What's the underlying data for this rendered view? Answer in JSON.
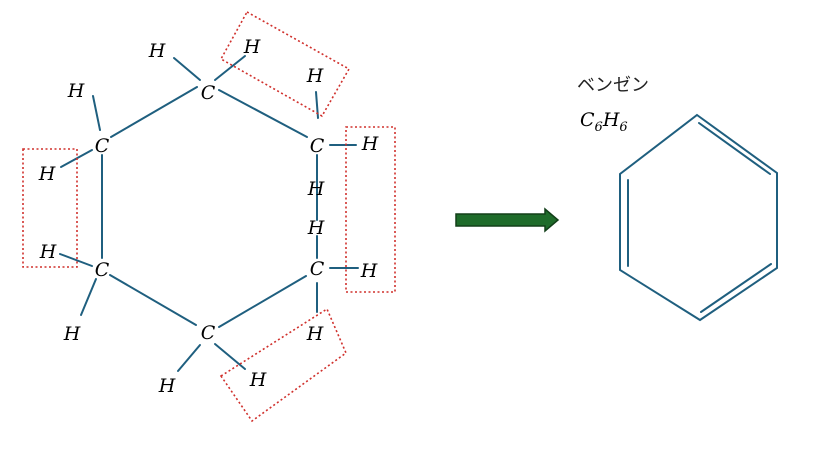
{
  "structure": {
    "carbon_symbol": "C",
    "hydrogen_symbol": "H"
  },
  "product": {
    "name": "ベンゼン",
    "formula": {
      "carbon": "C",
      "carbon_count": "6",
      "hydrogen": "H",
      "hydrogen_count": "6"
    }
  },
  "colors": {
    "bond": "#1f5f7f",
    "highlight_box": "#d0302c",
    "arrow_fill": "#1e6b2a",
    "arrow_stroke": "#123f19"
  }
}
